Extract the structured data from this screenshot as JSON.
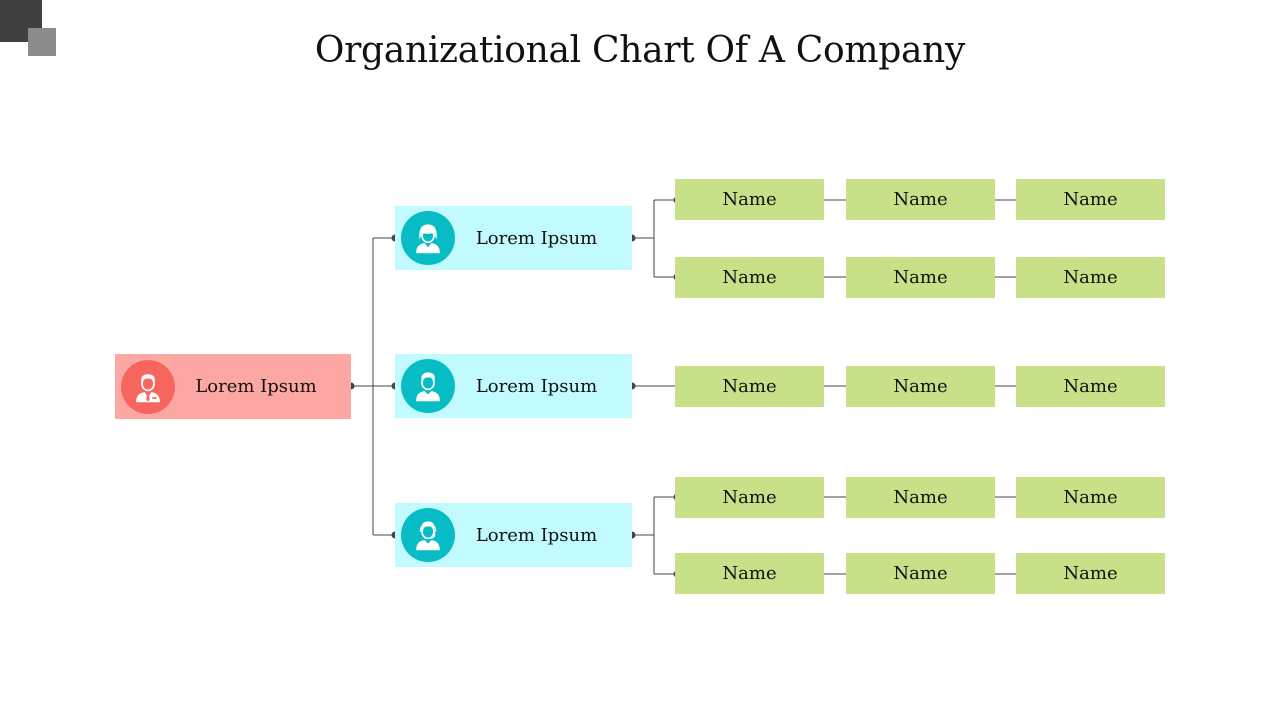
{
  "title": "Organizational Chart Of A Company",
  "colors": {
    "root_box": "#fda7a4",
    "root_avatar": "#f7665e",
    "manager_box": "#c1fbff",
    "manager_avatar": "#08bcc5",
    "leaf_box": "#c8e087",
    "connector": "#444444"
  },
  "root": {
    "label": "Lorem Ipsum",
    "icon": "businessman-icon"
  },
  "managers": [
    {
      "label": "Lorem Ipsum",
      "icon": "woman-icon",
      "rows": [
        [
          "Name",
          "Name",
          "Name"
        ],
        [
          "Name",
          "Name",
          "Name"
        ]
      ]
    },
    {
      "label": "Lorem Ipsum",
      "icon": "man-icon",
      "rows": [
        [
          "Name",
          "Name",
          "Name"
        ]
      ]
    },
    {
      "label": "Lorem Ipsum",
      "icon": "support-agent-icon",
      "rows": [
        [
          "Name",
          "Name",
          "Name"
        ],
        [
          "Name",
          "Name",
          "Name"
        ]
      ]
    }
  ]
}
